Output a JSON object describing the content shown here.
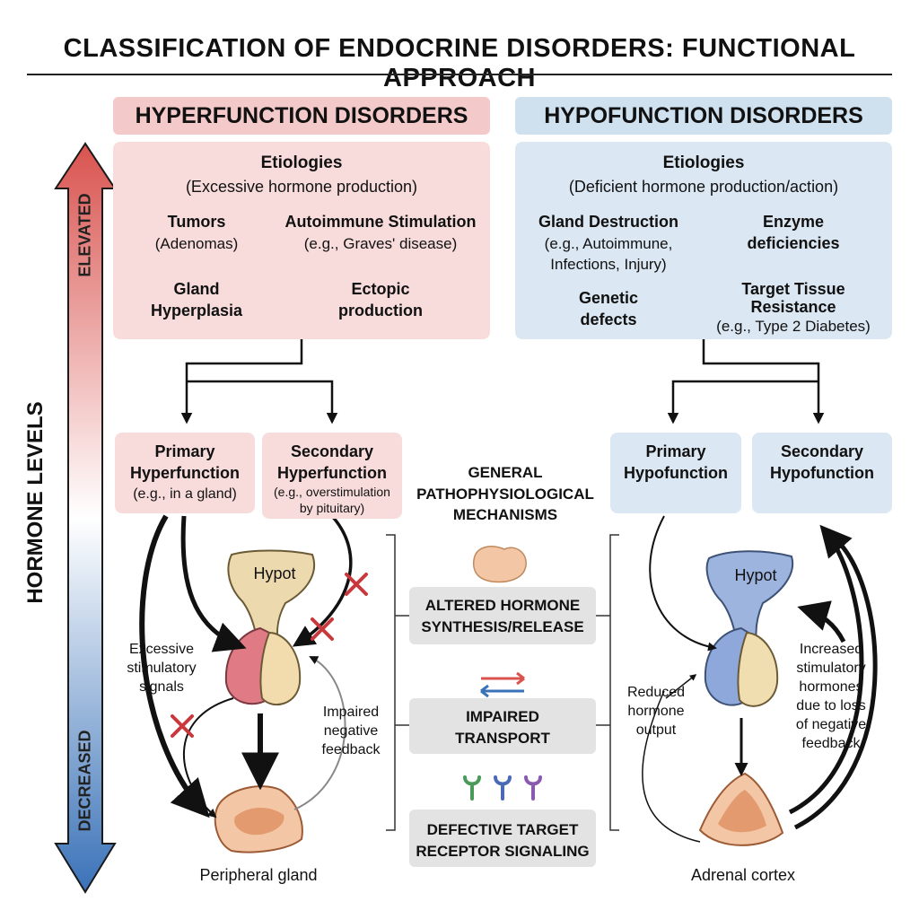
{
  "title": "CLASSIFICATION OF ENDOCRINE DISORDERS: FUNCTIONAL APPROACH",
  "axis": {
    "label": "HORMONE LEVELS",
    "top_label": "ELEVATED",
    "bottom_label": "DECREASED"
  },
  "hyper": {
    "banner": "HYPERFUNCTION DISORDERS",
    "etiologies_title": "Etiologies",
    "etiologies_subtitle": "(Excessive hormone production)",
    "causes": {
      "tumors": "Tumors",
      "tumors_note": "(Adenomas)",
      "autoimmune": "Autoimmune Stimulation",
      "autoimmune_note": "(e.g., Graves' disease)",
      "hyperplasia_1": "Gland",
      "hyperplasia_2": "Hyperplasia",
      "ectopic_1": "Ectopic",
      "ectopic_2": "production"
    },
    "primary": {
      "line1": "Primary",
      "line2": "Hyperfunction",
      "note": "(e.g., in a gland)"
    },
    "secondary": {
      "line1": "Secondary",
      "line2": "Hyperfunction",
      "note1": "(e.g., overstimulation",
      "note2": "by pituitary)"
    },
    "hypot_label": "Hypot",
    "excessive": [
      "Excessive",
      "stimulatory",
      "signals"
    ],
    "impaired_feedback": [
      "Impaired",
      "negative",
      "feedback"
    ],
    "peripheral_label": "Peripheral gland"
  },
  "hypo": {
    "banner": "HYPOFUNCTION DISORDERS",
    "etiologies_title": "Etiologies",
    "etiologies_subtitle": "(Deficient hormone production/action)",
    "causes": {
      "destruction": "Gland Destruction",
      "destruction_note1": "(e.g., Autoimmune,",
      "destruction_note2": "Infections, Injury)",
      "enzyme_1": "Enzyme",
      "enzyme_2": "deficiencies",
      "genetic_1": "Genetic",
      "genetic_2": "defects",
      "resistance_1": "Target Tissue",
      "resistance_2": "Resistance",
      "resistance_note": "(e.g., Type 2 Diabetes)"
    },
    "primary": {
      "line1": "Primary",
      "line2": "Hypofunction"
    },
    "secondary": {
      "line1": "Secondary",
      "line2": "Hypofunction"
    },
    "hypot_label": "Hypot",
    "reduced": [
      "Reduced",
      "hormone",
      "output"
    ],
    "increased": [
      "Increased",
      "stimulatory",
      "hormones",
      "due to loss",
      "of negative",
      "feedback"
    ],
    "adrenal_label": "Adrenal cortex"
  },
  "mechanisms": {
    "title": [
      "GENERAL",
      "PATHOPHYSIOLOGICAL",
      "MECHANISMS"
    ],
    "items": [
      {
        "line1": "ALTERED HORMONE",
        "line2": "SYNTHESIS/RELEASE"
      },
      {
        "line1": "IMPAIRED",
        "line2": "TRANSPORT"
      },
      {
        "line1": "DEFECTIVE TARGET",
        "line2": "RECEPTOR SIGNALING"
      }
    ]
  },
  "colors": {
    "hyper_banner": "#f4c9c9",
    "hyper_panel": "#f8dcdc",
    "hypo_banner": "#cfe0ef",
    "hypo_panel": "#dbe7f2",
    "elevated": "#d9534f",
    "decreased": "#3a72b8",
    "block_x": "#c8383c",
    "mechanism_box": "#e3e3e3"
  }
}
